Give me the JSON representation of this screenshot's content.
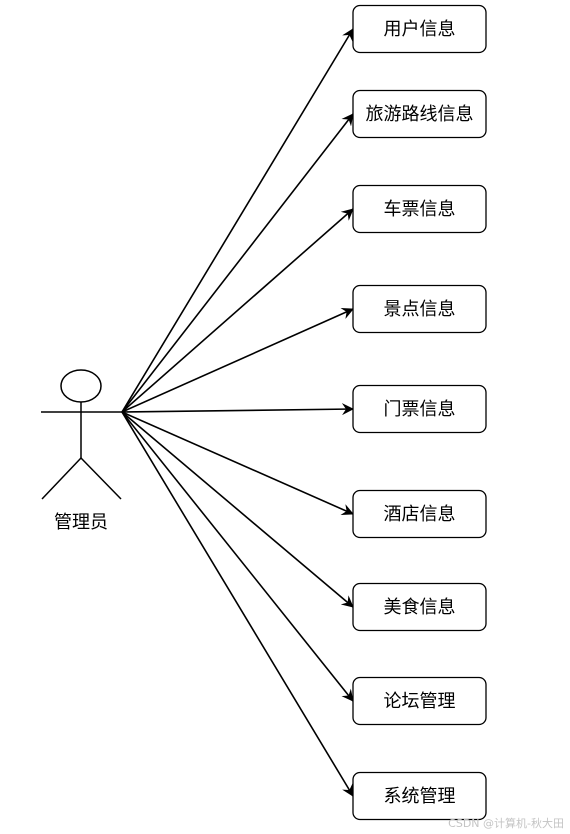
{
  "actor": {
    "label": "管理员"
  },
  "use_cases": [
    {
      "label": "用户信息"
    },
    {
      "label": "旅游路线信息"
    },
    {
      "label": "车票信息"
    },
    {
      "label": "景点信息"
    },
    {
      "label": "门票信息"
    },
    {
      "label": "酒店信息"
    },
    {
      "label": "美食信息"
    },
    {
      "label": "论坛管理"
    },
    {
      "label": "系统管理"
    }
  ],
  "watermark": "CSDN @计算机-秋大田",
  "colors": {
    "stroke": "#000000",
    "background": "#ffffff",
    "watermark": "#c4c4c4"
  }
}
